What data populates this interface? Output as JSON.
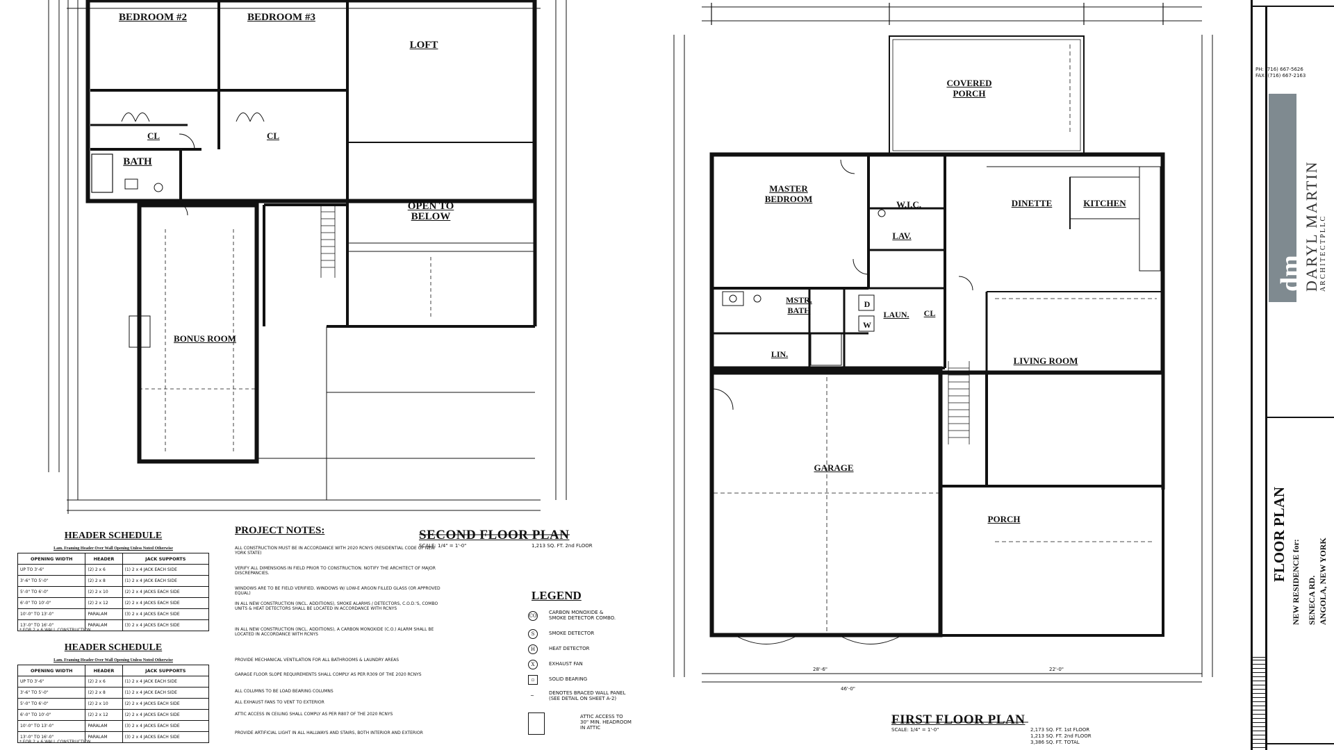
{
  "second_floor": {
    "title": "SECOND FLOOR PLAN",
    "scale": "SCALE: 1/4\" = 1'-0\"",
    "area": "1,213 SQ. FT. 2nd FLOOR",
    "rooms": {
      "bedroom2": "BEDROOM #2",
      "bedroom3": "BEDROOM #3",
      "loft": "LOFT",
      "bath": "BATH",
      "cl1": "CL",
      "cl2": "CL",
      "open": "OPEN TO\nBELOW",
      "bonus": "BONUS ROOM"
    }
  },
  "first_floor": {
    "title": "FIRST FLOOR PLAN",
    "scale": "SCALE: 1/4\" = 1'-0\"",
    "area_lines": [
      "2,173 SQ. FT. 1st FLOOR",
      "1,213 SQ. FT. 2nd FLOOR",
      "3,386 SQ. FT. TOTAL"
    ],
    "rooms": {
      "porch_cov": "COVERED\nPORCH",
      "master": "MASTER\nBEDROOM",
      "wic": "W.I.C.",
      "dinette": "DINETTE",
      "kitchen": "KITCHEN",
      "lav": "LAV.",
      "mstr_bath": "MSTR.\nBATH",
      "laun": "LAUN.",
      "cl": "CL",
      "lin": "LIN.",
      "living": "LIVING ROOM",
      "garage": "GARAGE",
      "porch": "PORCH",
      "d": "D",
      "w": "W"
    },
    "dims_bottom": [
      "46'-0\"",
      "28'-6\"",
      "22'-0\""
    ]
  },
  "header_schedule": {
    "title": "HEADER SCHEDULE",
    "subtitle": "Lam. Framing Header Over Wall Opening Unless Noted Otherwise",
    "columns": [
      "OPENING WIDTH",
      "HEADER",
      "JACK SUPPORTS"
    ],
    "rows": [
      [
        "UP TO 3'-6\"",
        "(2) 2 x 6",
        "(1) 2 x 4 JACK EACH SIDE"
      ],
      [
        "3'-6\" TO 5'-0\"",
        "(2) 2 x 8",
        "(1) 2 x 4 JACK EACH SIDE"
      ],
      [
        "5'-0\" TO 6'-0\"",
        "(2) 2 x 10",
        "(2) 2 x 4 JACKS EACH SIDE"
      ],
      [
        "6'-0\" TO 10'-0\"",
        "(2) 2 x 12",
        "(2) 2 x 4 JACKS EACH SIDE"
      ],
      [
        "10'-0\" TO 13'-0\"",
        "PARALAM",
        "(3) 2 x 4 JACKS EACH SIDE"
      ],
      [
        "13'-0\" TO 16'-0\"",
        "PARALAM",
        "(3) 2 x 4 JACKS EACH SIDE"
      ]
    ],
    "footnote": "* FOR 2 x 6 WALL CONSTRUCTION"
  },
  "project_notes": {
    "title": "PROJECT NOTES:",
    "items": [
      "ALL CONSTRUCTION MUST BE IN ACCORDANCE WITH 2020 RCNYS (RESIDENTIAL CODE OF NEW YORK STATE)",
      "VERIFY ALL DIMENSIONS IN FIELD PRIOR TO CONSTRUCTION. NOTIFY THE ARCHITECT OF MAJOR DISCREPANCIES.",
      "WINDOWS ARE TO BE FIELD VERIFIED. WINDOWS W/ LOW-E ARGON FILLED GLASS (OR APPROVED EQUAL)",
      "IN ALL NEW CONSTRUCTION (INCL. ADDITIONS), SMOKE ALARMS / DETECTORS, C.O.D.'S, COMBO UNITS & HEAT DETECTORS SHALL BE LOCATED IN ACCORDANCE WITH RCNYS",
      "IN ALL NEW CONSTRUCTION (INCL. ADDITIONS), A CARBON MONOXIDE (C.O.) ALARM SHALL BE LOCATED IN ACCORDANCE WITH RCNYS",
      "PROVIDE MECHANICAL VENTILATION FOR ALL BATHROOMS & LAUNDRY AREAS",
      "GARAGE FLOOR SLOPE REQUIREMENTS SHALL COMPLY AS PER R309 OF THE 2020 RCNYS",
      "ALL COLUMNS TO BE LOAD BEARING COLUMNS",
      "ALL EXHAUST FANS TO VENT TO EXTERIOR",
      "ATTIC ACCESS IN CEILING SHALL COMPLY AS PER R807 OF THE 2020 RCNYS",
      "PROVIDE ARTIFICIAL LIGHT IN ALL HALLWAYS AND STAIRS, BOTH INTERIOR AND EXTERIOR"
    ]
  },
  "legend": {
    "title": "LEGEND",
    "items": [
      {
        "sym": "CO",
        "text": "CARBON MONOXIDE &\nSMOKE DETECTOR COMBO."
      },
      {
        "sym": "S",
        "text": "SMOKE DETECTOR"
      },
      {
        "sym": "H",
        "text": "HEAT DETECTOR"
      },
      {
        "sym": "X",
        "text": "EXHAUST FAN"
      },
      {
        "sym": "▫",
        "text": "SOLID BEARING"
      },
      {
        "sym": "~",
        "text": "DENOTES BRACED WALL PANEL\n(SEE DETAIL ON SHEET A-2)"
      },
      {
        "sym": "",
        "text": "ATTIC ACCESS TO\n30\" MIN. HEADROOM\nIN ATTIC"
      }
    ]
  },
  "title_block": {
    "sheet_title": "FLOOR PLAN",
    "project": "NEW RESIDENCE for:",
    "address1": "SENECA RD.",
    "address2": "ANGOLA, NEW YORK",
    "firm": "DARYL MARTIN",
    "firm_sub": "A R C H I T E C T   P L L C",
    "logo": "dm",
    "phone": "PH: (716) 667-5626",
    "fax": "FAX: (716) 667-2163"
  },
  "colors": {
    "ink": "#111111",
    "paper": "#ffffff",
    "logo": "#7f8a90"
  }
}
